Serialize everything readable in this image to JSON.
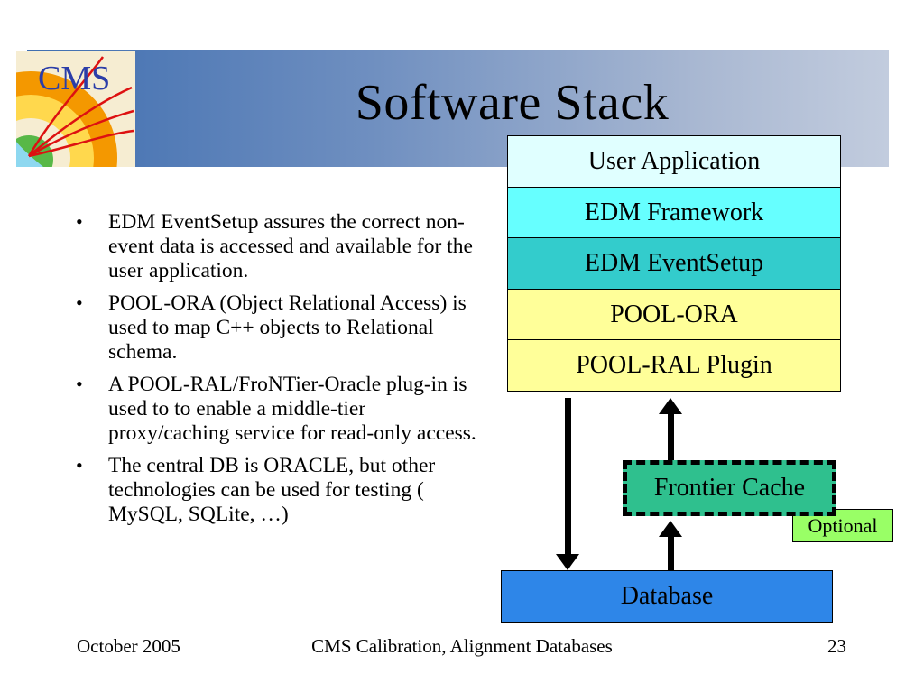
{
  "slide": {
    "title": "Software Stack",
    "bullet_glyph": "•",
    "logo": {
      "text": "CMS"
    },
    "bullets": [
      "EDM EventSetup assures the correct non-event data is accessed and available for the user application.",
      "POOL-ORA (Object Relational Access) is used to map C++ objects to Relational schema.",
      "A POOL-RAL/FroNTier-Oracle plug-in is used to to enable a middle-tier proxy/caching service for read-only access.",
      "The central DB is ORACLE, but other technologies can be used for testing ( MySQL, SQLite, …)"
    ],
    "banner_colors": {
      "left": "#3F6EB0",
      "right": "#C2CCDE"
    },
    "footer": {
      "date": "October 2005",
      "center": "CMS Calibration, Alignment Databases",
      "page": "23"
    }
  },
  "diagram": {
    "stack_boxes": [
      {
        "label": "User Application",
        "color": "#E0FFFF"
      },
      {
        "label": "EDM Framework",
        "color": "#66FFFF"
      },
      {
        "label": "EDM EventSetup",
        "color": "#33CCCC"
      },
      {
        "label": "POOL-ORA",
        "color": "#FFFF99"
      },
      {
        "label": "POOL-RAL Plugin",
        "color": "#FFFF99"
      }
    ],
    "frontier_cache": {
      "label": "Frontier Cache",
      "color": "#2FC08E"
    },
    "optional_tag": {
      "label": "Optional",
      "color": "#99FF66"
    },
    "database": {
      "label": "Database",
      "color": "#2E86E8"
    }
  }
}
